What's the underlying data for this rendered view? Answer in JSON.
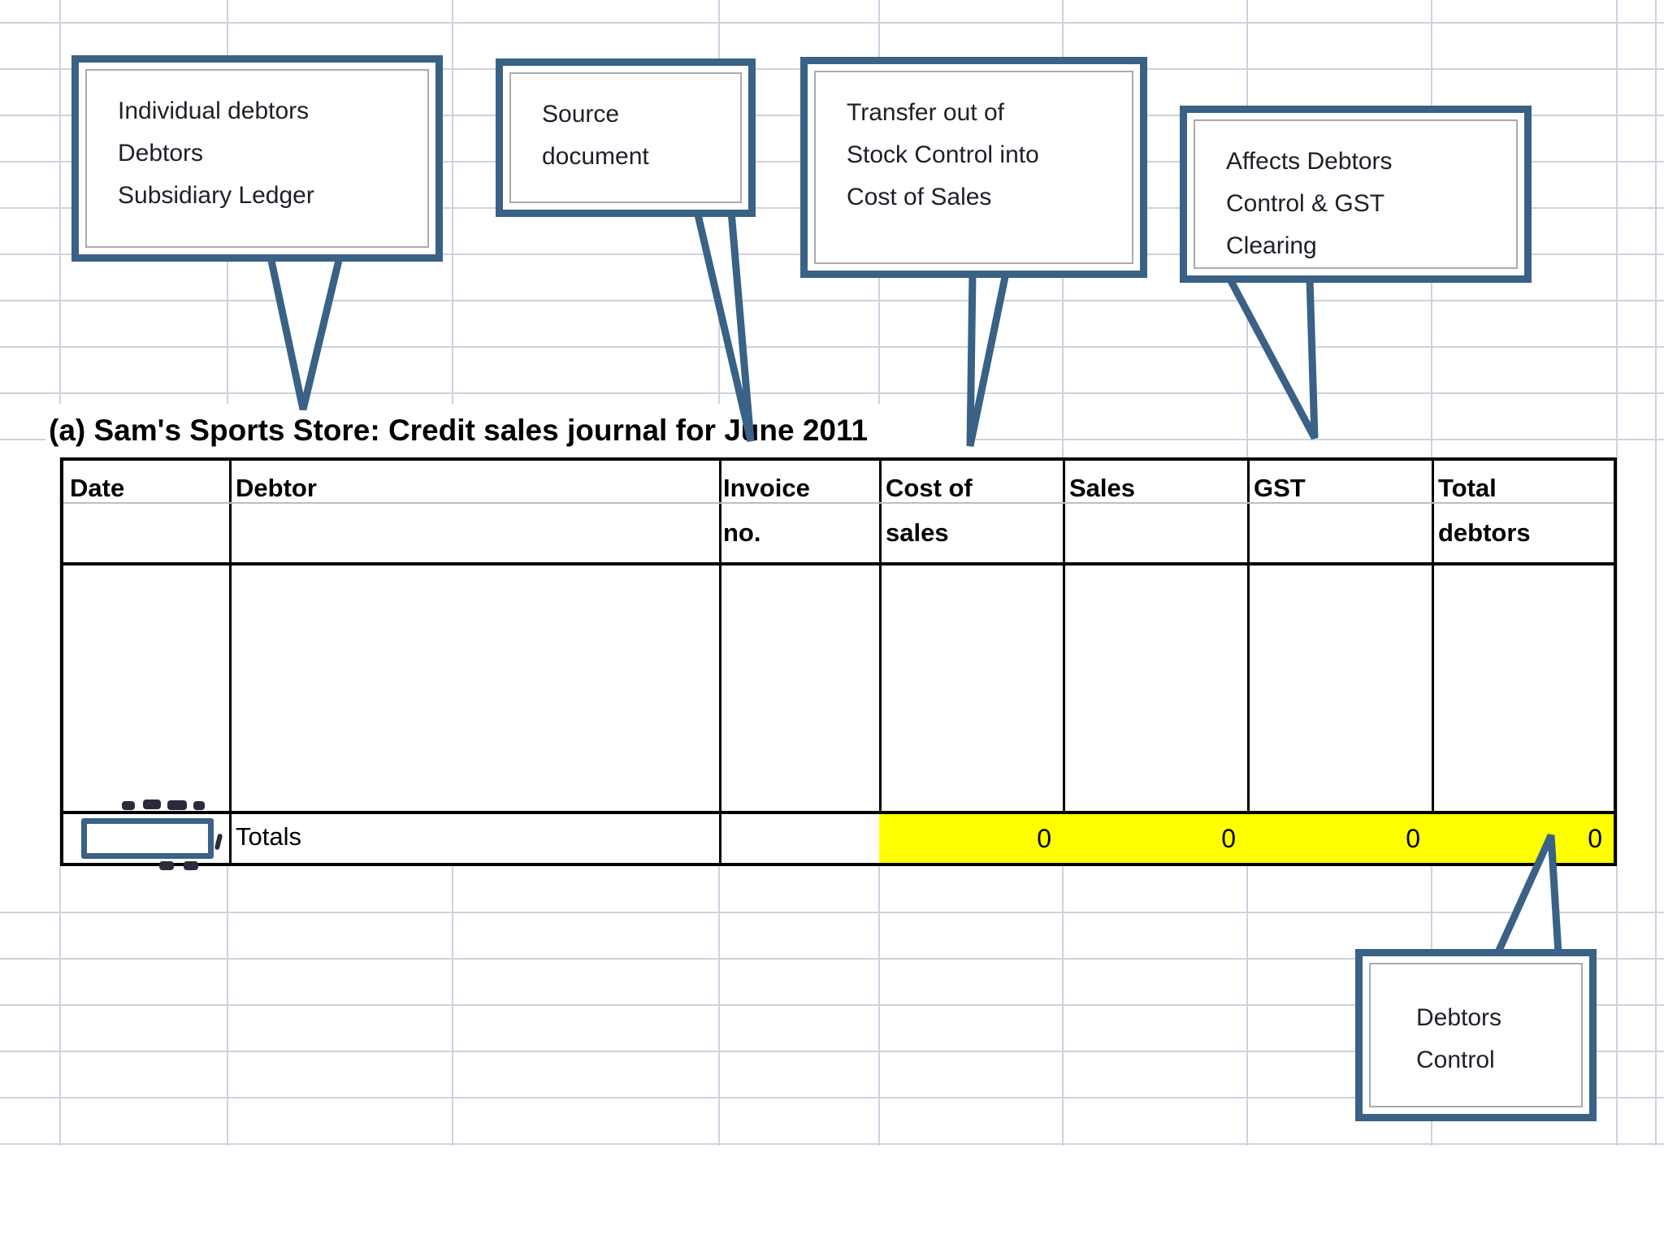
{
  "title": {
    "text": "(a) Sam's Sports Store: Credit sales journal for June 2011"
  },
  "callouts": [
    {
      "id": "individual-debtors",
      "text": "Individual debtors\nDebtors\nSubsidiary Ledger"
    },
    {
      "id": "source-document",
      "text": "Source\ndocument"
    },
    {
      "id": "transfer-stock",
      "text": "Transfer out of\nStock Control into\nCost of Sales"
    },
    {
      "id": "affects-debtors",
      "text": "Affects Debtors\nControl & GST\nClearing"
    },
    {
      "id": "debtors-control",
      "text": "Debtors\nControl"
    }
  ],
  "table": {
    "columns": [
      {
        "label": "Date"
      },
      {
        "label": "Debtor"
      },
      {
        "label": "Invoice\nno."
      },
      {
        "label": "Cost of\nsales"
      },
      {
        "label": "Sales"
      },
      {
        "label": "GST"
      },
      {
        "label": "Total\ndebtors"
      }
    ],
    "totals": {
      "label": "Totals",
      "values": [
        "0",
        "0",
        "0",
        "0"
      ]
    }
  },
  "colors": {
    "accent": "#3A6186",
    "highlight": "#FFFF00",
    "grid": "#CDD2E0"
  }
}
